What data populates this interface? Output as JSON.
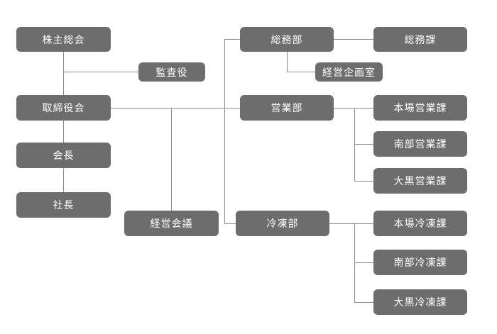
{
  "colors": {
    "node_fill": "#6d6d6d",
    "node_text": "#ffffff",
    "connector": "#8c8c8c",
    "background": "#ffffff"
  },
  "nodes": {
    "shareholders_meeting": "株主総会",
    "auditor": "監査役",
    "board_of_directors": "取締役会",
    "chairman": "会長",
    "president": "社長",
    "management_council": "経営会議",
    "general_affairs_dept": "総務部",
    "general_affairs_section": "総務課",
    "corporate_planning_office": "経営企画室",
    "sales_dept": "営業部",
    "sales_main_office_section": "本場営業課",
    "sales_south_section": "南部営業課",
    "sales_daikoku_section": "大黒営業課",
    "frozen_dept": "冷凍部",
    "frozen_main_office_section": "本場冷凍課",
    "frozen_south_section": "南部冷凍課",
    "frozen_daikoku_section": "大黒冷凍課"
  }
}
